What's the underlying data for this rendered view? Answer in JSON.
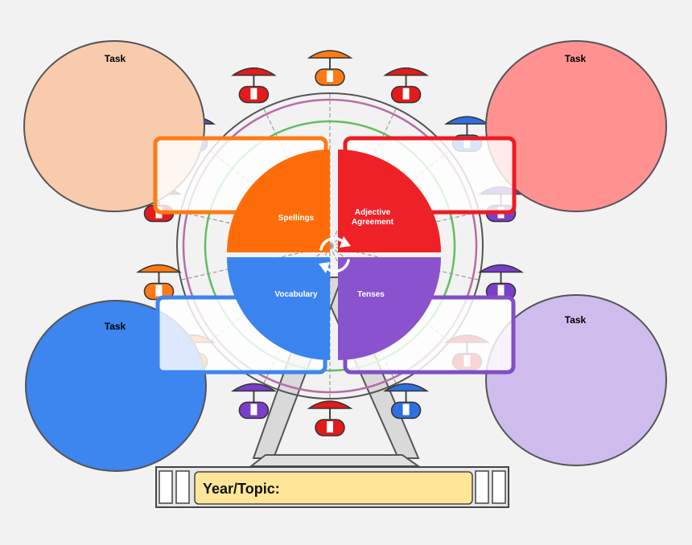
{
  "tasks": [
    {
      "label": "Task",
      "color": "#f8cbad"
    },
    {
      "label": "Task",
      "color": "#ff9191"
    },
    {
      "label": "Task",
      "color": "#3d85ef"
    },
    {
      "label": "Task",
      "color": "#cdbcec"
    }
  ],
  "wheel": {
    "quadrants": [
      {
        "label": "Spellings",
        "color": "#ff6d0a"
      },
      {
        "label": "Adjective Agreement",
        "color": "#ee2226",
        "lines": [
          "Adjective",
          "Agreement"
        ]
      },
      {
        "label": "Vocabulary",
        "color": "#3b84ef"
      },
      {
        "label": "Tenses",
        "color": "#8a52cc"
      }
    ],
    "rim_colors": [
      "#b86ca8",
      "#5fbf5f"
    ]
  },
  "note_boxes": [
    {
      "border": "#ff7a14"
    },
    {
      "border": "#ee1b22"
    },
    {
      "border": "#3d85ef"
    },
    {
      "border": "#7f4fc4"
    }
  ],
  "footer": {
    "title": "Year/Topic:",
    "title_bg": "#ffe699"
  },
  "cars": [
    {
      "color": "#ff7a14"
    },
    {
      "color": "#e31b1b"
    },
    {
      "color": "#2f6fe0"
    },
    {
      "color": "#7a3ec8"
    },
    {
      "color": "#7a3ec8"
    },
    {
      "color": "#e31b1b"
    },
    {
      "color": "#2f6fe0"
    },
    {
      "color": "#e31b1b"
    },
    {
      "color": "#7a3ec8"
    },
    {
      "color": "#ff7a14"
    },
    {
      "color": "#ff7a14"
    },
    {
      "color": "#e31b1b"
    },
    {
      "color": "#7a3ec8"
    },
    {
      "color": "#e31b1b"
    }
  ]
}
